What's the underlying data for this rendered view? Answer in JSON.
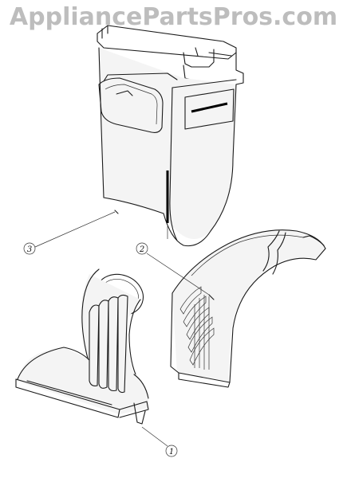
{
  "watermark": "AppliancePartsPros.com",
  "callouts": [
    {
      "label": "1",
      "part": "nozzle"
    },
    {
      "label": "2",
      "part": "curved-cover"
    },
    {
      "label": "3",
      "part": "housing"
    }
  ]
}
